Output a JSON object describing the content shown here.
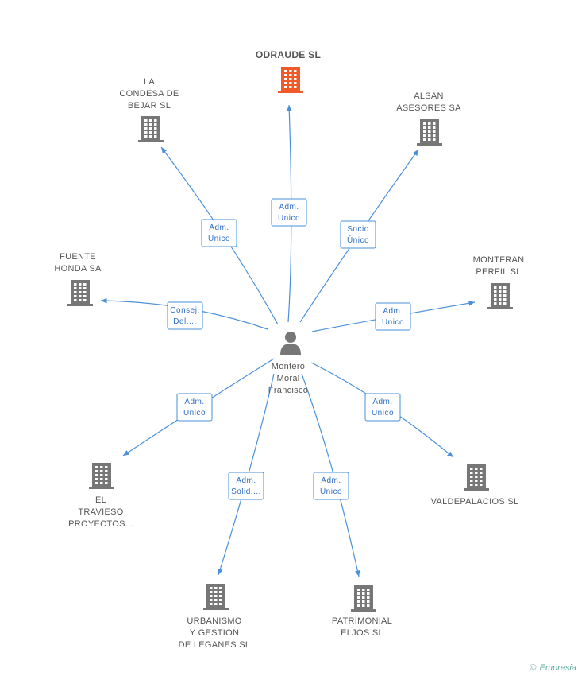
{
  "colors": {
    "edge": "#4a90d9",
    "building": "#777777",
    "focus_building": "#f05a28",
    "person": "#777777"
  },
  "center": {
    "label_lines": [
      "Montero",
      "Moral",
      "Francisco"
    ],
    "icon": "person-icon"
  },
  "nodes": [
    {
      "id": "odraude",
      "label_lines": [
        "ODRAUDE SL"
      ],
      "focus": true,
      "relation": [
        "Adm.",
        "Unico"
      ]
    },
    {
      "id": "la-condesa",
      "label_lines": [
        "LA",
        "CONDESA DE",
        "BEJAR SL"
      ],
      "focus": false,
      "relation": [
        "Adm.",
        "Unico"
      ]
    },
    {
      "id": "alsan",
      "label_lines": [
        "ALSAN",
        "ASESORES SA"
      ],
      "focus": false,
      "relation": [
        "Socio",
        "Único"
      ]
    },
    {
      "id": "fuente-honda",
      "label_lines": [
        "FUENTE",
        "HONDA SA"
      ],
      "focus": false,
      "relation": [
        "Consej.",
        "Del...."
      ]
    },
    {
      "id": "montfran",
      "label_lines": [
        "MONTFRAN",
        "PERFIL  SL"
      ],
      "focus": false,
      "relation": [
        "Adm.",
        "Unico"
      ]
    },
    {
      "id": "el-travieso",
      "label_lines": [
        "EL",
        "TRAVIESO",
        "PROYECTOS..."
      ],
      "focus": false,
      "relation": [
        "Adm.",
        "Unico"
      ]
    },
    {
      "id": "valdepalacios",
      "label_lines": [
        "VALDEPALACIOS SL"
      ],
      "focus": false,
      "relation": [
        "Adm.",
        "Unico"
      ]
    },
    {
      "id": "urbanismo",
      "label_lines": [
        "URBANISMO",
        "Y GESTION",
        "DE LEGANES SL"
      ],
      "focus": false,
      "relation": [
        "Adm.",
        "Solid...."
      ]
    },
    {
      "id": "patrimonial",
      "label_lines": [
        "PATRIMONIAL",
        "ELJOS SL"
      ],
      "focus": false,
      "relation": [
        "Adm.",
        "Unico"
      ]
    }
  ],
  "credit": {
    "symbol": "©",
    "brand": "Empresia"
  }
}
